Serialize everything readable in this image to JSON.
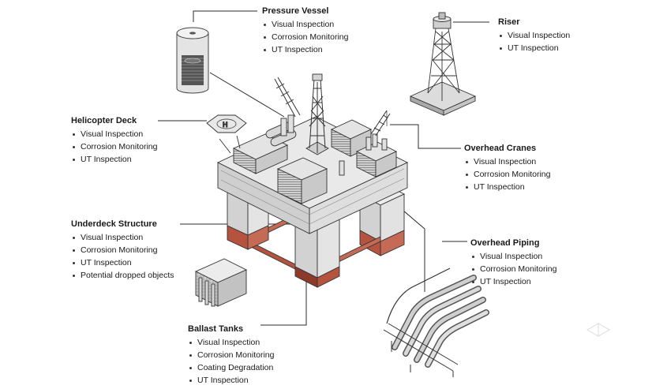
{
  "callouts": {
    "pressure_vessel": {
      "title": "Pressure Vessel",
      "items": [
        "Visual Inspection",
        "Corrosion Monitoring",
        "UT Inspection"
      ]
    },
    "riser": {
      "title": "Riser",
      "items": [
        "Visual Inspection",
        "UT Inspection"
      ]
    },
    "helicopter_deck": {
      "title": "Helicopter Deck",
      "items": [
        "Visual Inspection",
        "Corrosion Monitoring",
        "UT Inspection"
      ]
    },
    "overhead_cranes": {
      "title": "Overhead Cranes",
      "items": [
        "Visual Inspection",
        "Corrosion Monitoring",
        "UT Inspection"
      ]
    },
    "underdeck_structure": {
      "title": "Underdeck Structure",
      "items": [
        "Visual Inspection",
        "Corrosion Monitoring",
        "UT Inspection",
        "Potential dropped objects"
      ]
    },
    "overhead_piping": {
      "title": "Overhead Piping",
      "items": [
        "Visual Inspection",
        "Corrosion Monitoring",
        "UT Inspection"
      ]
    },
    "ballast_tanks": {
      "title": "Ballast Tanks",
      "items": [
        "Visual Inspection",
        "Corrosion Monitoring",
        "Coating Degradation",
        "UT Inspection"
      ]
    }
  },
  "colors": {
    "steel_light": "#e6e6e6",
    "steel_mid": "#bdbdbd",
    "steel_dark": "#6e6e6e",
    "ballast_red": "#b5533f",
    "ballast_red_dark": "#8e3a2a",
    "leader_line": "#2b2b2b"
  }
}
